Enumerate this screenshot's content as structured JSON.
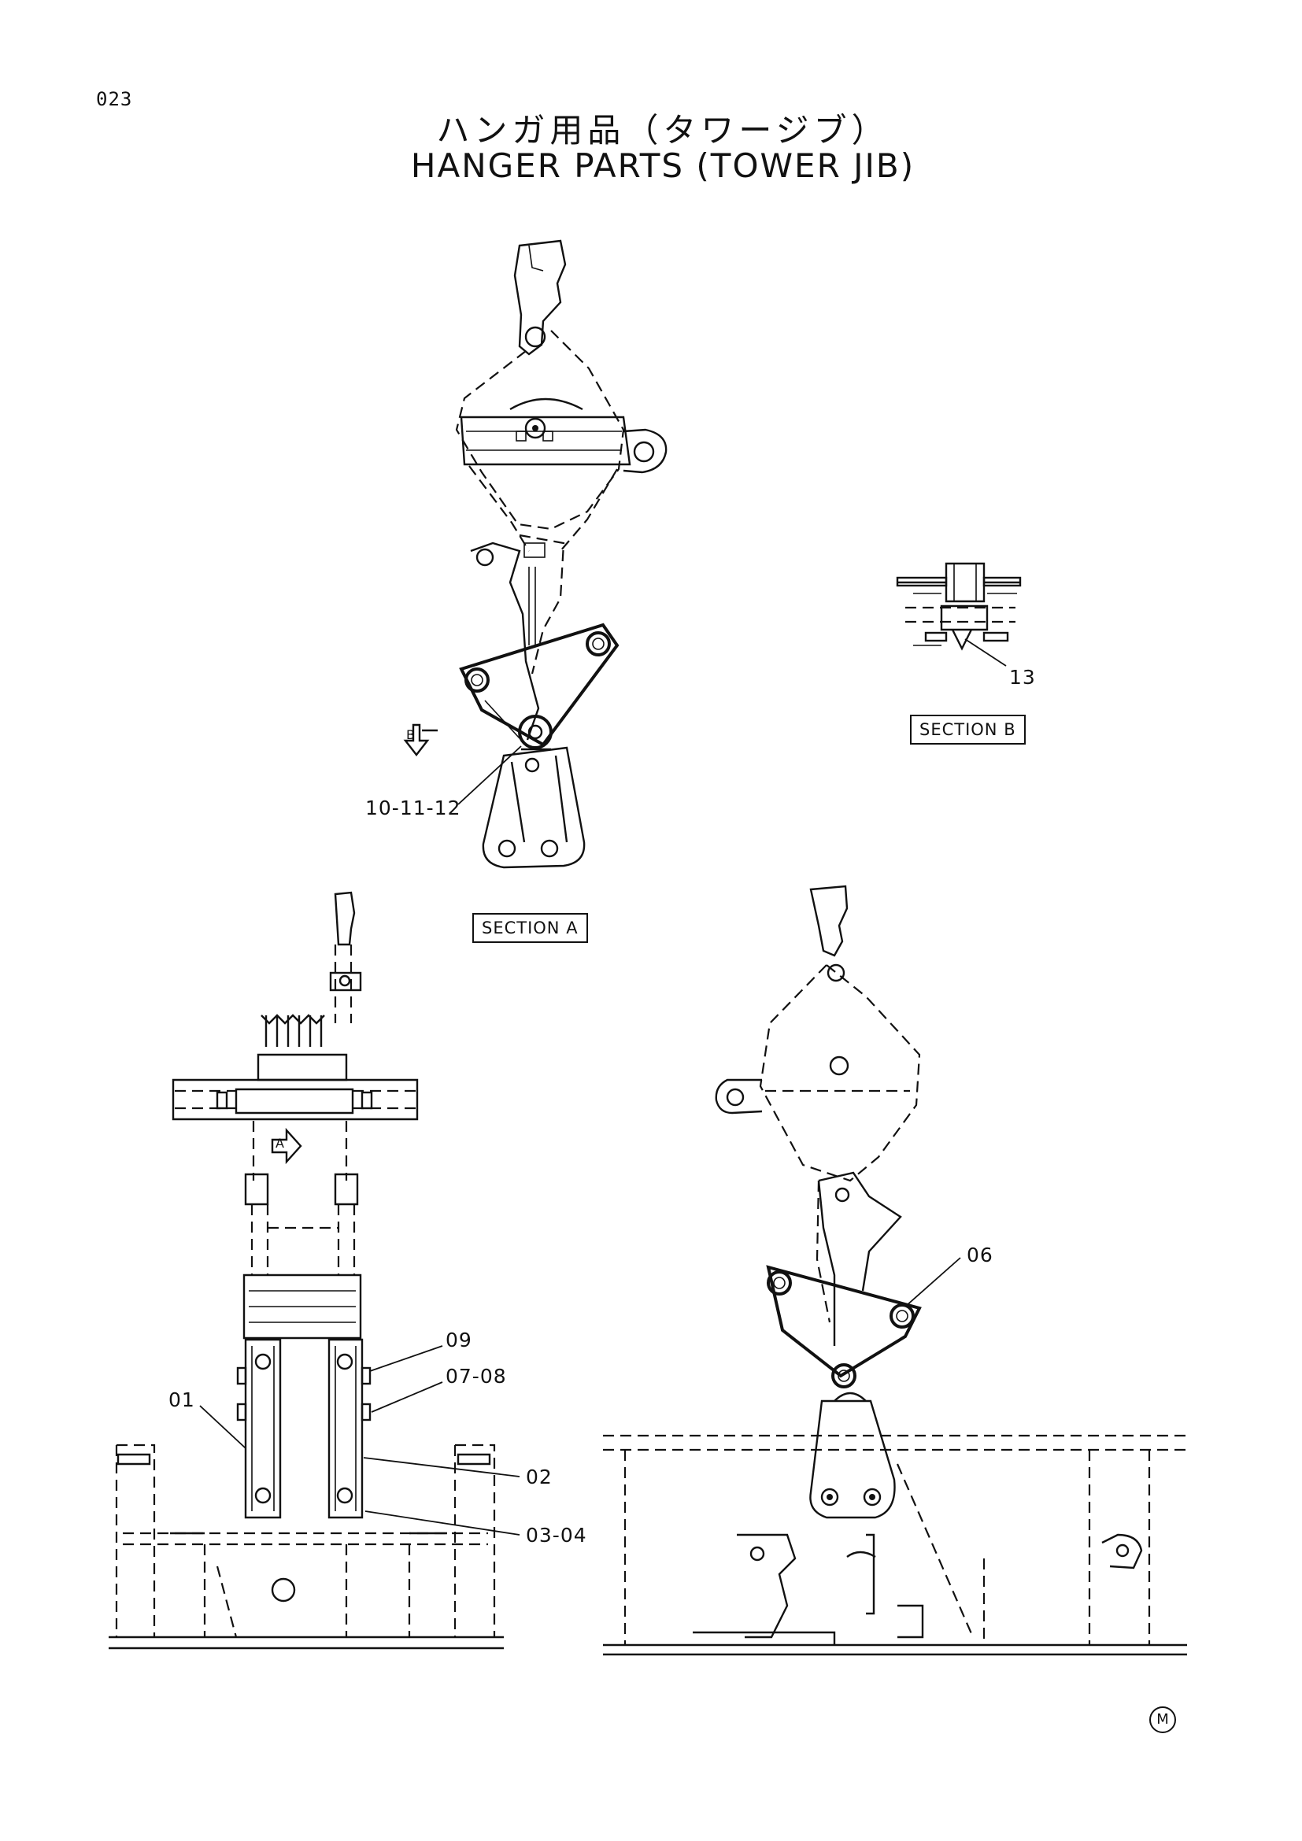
{
  "page_number": "023",
  "title_jp": "ハンガ用品（タワージブ）",
  "title_en": "HANGER PARTS (TOWER JIB)",
  "sections": {
    "a_box": "SECTION A",
    "b_box": "SECTION B",
    "arrow_a": "A",
    "arrow_b": "B"
  },
  "callouts": {
    "c_10_11_12": "10-11-12",
    "c_13": "13",
    "c_06": "06",
    "c_09": "09",
    "c_07_08": "07-08",
    "c_01": "01",
    "c_02": "02",
    "c_03_04": "03-04"
  },
  "footer_mark": "M",
  "icons": [
    "section-arrow-a-icon",
    "section-arrow-b-icon",
    "m-mark-icon"
  ]
}
